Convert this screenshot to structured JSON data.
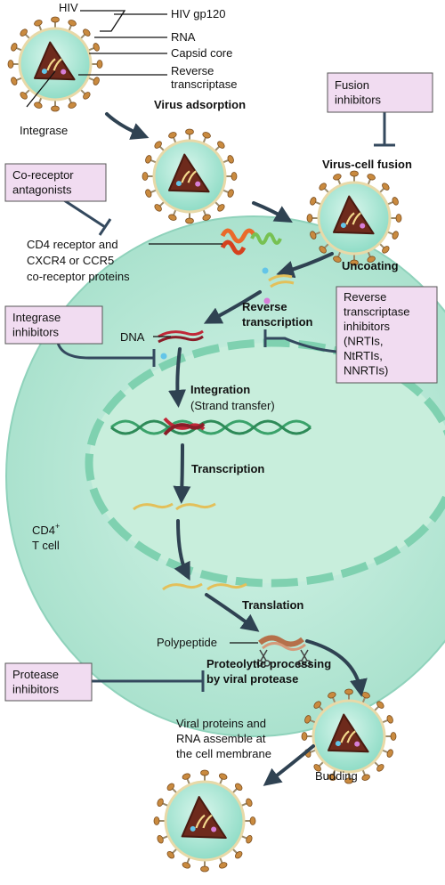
{
  "colors": {
    "cell": "#b8e8d6",
    "cell_edge": "#8fd2bb",
    "nucleus": "#c3ecd9",
    "nucleus_dash": "#7fd1b0",
    "capsid": "#6e2a1c",
    "virion": "#9fe4cf",
    "spike": "#c98a3f",
    "inhibitor_box": "#f1dcf1",
    "arrow": "#2f4252"
  },
  "virion_labels": {
    "hiv": "HIV",
    "gp120": "HIV gp120",
    "rna": "RNA",
    "capsid": "Capsid core",
    "rt_line1": "Reverse",
    "rt_line2": "transcriptase",
    "integrase": "Integrase"
  },
  "steps": {
    "adsorption": "Virus adsorption",
    "fusion": "Virus-cell fusion",
    "uncoating": "Uncoating",
    "rt_line1": "Reverse",
    "rt_line2": "transcription",
    "integration": "Integration",
    "strand": "(Strand transfer)",
    "transcription": "Transcription",
    "translation": "Translation",
    "proteolysis_line1": "Proteolytic processing",
    "proteolysis_line2": "by viral protease",
    "assembly_line1": "Viral proteins and",
    "assembly_line2": "RNA assemble at",
    "assembly_line3": "the cell membrane",
    "budding": "Budding"
  },
  "receptor_labels": {
    "line1": "CD4 receptor and",
    "line2": "CXCR4 or CCR5",
    "line3": "co-receptor proteins"
  },
  "molecule_labels": {
    "dna": "DNA",
    "polypeptide": "Polypeptide"
  },
  "cell_label": {
    "line1": "CD4",
    "sup": "+",
    "line2": "T cell"
  },
  "inhibitors": {
    "fusion": [
      "Fusion",
      "inhibitors"
    ],
    "coreceptor": [
      "Co-receptor",
      "antagonists"
    ],
    "integrase": [
      "Integrase",
      "inhibitors"
    ],
    "rt": [
      "Reverse",
      "transcriptase",
      "inhibitors",
      "(NRTIs,",
      "NtRTIs,",
      "NNRTIs)"
    ],
    "protease": [
      "Protease",
      "inhibitors"
    ]
  }
}
